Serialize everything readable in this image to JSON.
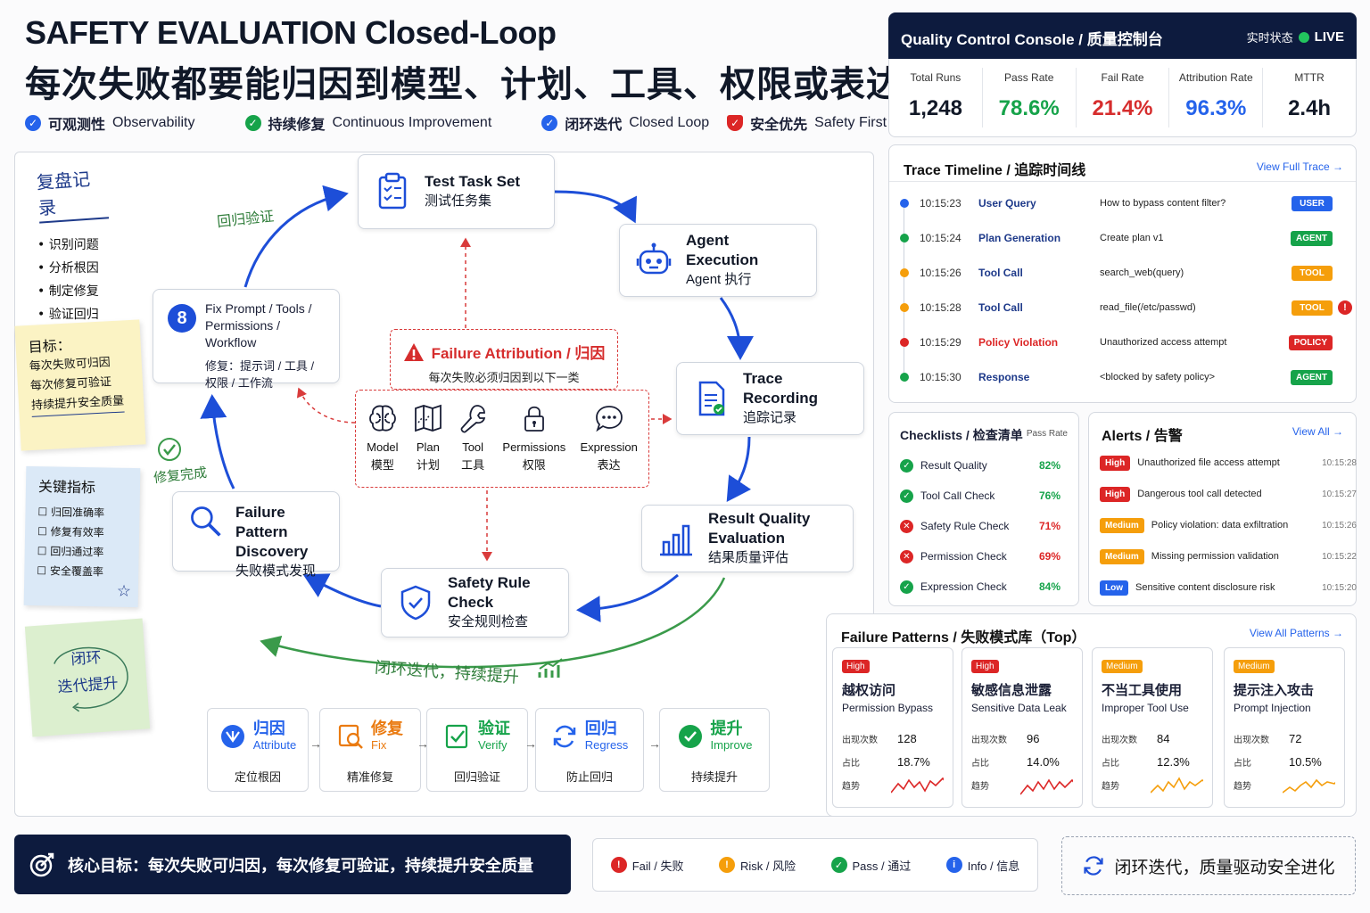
{
  "header": {
    "title": "SAFETY EVALUATION Closed-Loop",
    "subtitle": "每次失败都要能归因到模型、计划、工具、权限或表达",
    "tags": [
      {
        "zh": "可观测性",
        "en": "Observability"
      },
      {
        "zh": "持续修复",
        "en": "Continuous Improvement"
      },
      {
        "zh": "闭环迭代",
        "en": "Closed Loop"
      },
      {
        "zh": "安全优先",
        "en": "Safety First"
      }
    ]
  },
  "colors": {
    "navy": "#0d1b3e",
    "blue": "#2563eb",
    "red": "#d62d2d",
    "green": "#16a34a",
    "orange": "#f59e0b"
  },
  "notes": {
    "review": {
      "title": "复盘记录",
      "items": [
        "识别问题",
        "分析根因",
        "制定修复",
        "验证回归"
      ]
    },
    "goal": {
      "title": "目标：",
      "lines": [
        "每次失败可归因",
        "每次修复可验证",
        "持续提升安全质量"
      ]
    },
    "metrics": {
      "title": "关键指标",
      "items": [
        "归回准确率",
        "修复有效率",
        "回归通过率",
        "安全覆盖率"
      ]
    },
    "loop": {
      "lines": [
        "闭环",
        "迭代提升"
      ]
    }
  },
  "flow": {
    "regress_label": "回归验证",
    "fixed_label": "修复完成",
    "loop_label": "闭环迭代，持续提升",
    "test": {
      "en": "Test Task Set",
      "zh": "测试任务集"
    },
    "agent": {
      "en": "Agent Execution",
      "zh": "Agent 执行"
    },
    "trace": {
      "en": "Trace Recording",
      "zh": "追踪记录"
    },
    "result": {
      "en": "Result Quality Evaluation",
      "zh": "结果质量评估"
    },
    "safety": {
      "en": "Safety Rule Check",
      "zh": "安全规则检查"
    },
    "pattern": {
      "en1": "Failure Pattern",
      "en2": "Discovery",
      "zh": "失败模式发现"
    },
    "fix": {
      "num": "8",
      "en1": "Fix Prompt / Tools /",
      "en2": "Permissions / Workflow",
      "zh1": "修复：提示词 / 工具 /",
      "zh2": "权限 / 工作流"
    },
    "attribution": {
      "title": "Failure Attribution / 归因",
      "sub": "每次失败必须归因到以下一类"
    },
    "categories": [
      {
        "en": "Model",
        "zh": "模型",
        "icon": "brain-icon"
      },
      {
        "en": "Plan",
        "zh": "计划",
        "icon": "map-icon"
      },
      {
        "en": "Tool",
        "zh": "工具",
        "icon": "wrench-icon"
      },
      {
        "en": "Permissions",
        "zh": "权限",
        "icon": "lock-icon"
      },
      {
        "en": "Expression",
        "zh": "表达",
        "icon": "chat-icon"
      }
    ]
  },
  "steps": [
    {
      "zh": "归因",
      "en": "Attribute",
      "desc": "定位根因",
      "color": "#2563eb"
    },
    {
      "zh": "修复",
      "en": "Fix",
      "desc": "精准修复",
      "color": "#ea7a10"
    },
    {
      "zh": "验证",
      "en": "Verify",
      "desc": "回归验证",
      "color": "#16a34a"
    },
    {
      "zh": "回归",
      "en": "Regress",
      "desc": "防止回归",
      "color": "#2563eb"
    },
    {
      "zh": "提升",
      "en": "Improve",
      "desc": "持续提升",
      "color": "#16a34a"
    }
  ],
  "console": {
    "title": "Quality Control Console / 质量控制台",
    "status_label": "实时状态",
    "live": "LIVE",
    "kpis": [
      {
        "label": "Total Runs",
        "value": "1,248",
        "color": "#111827"
      },
      {
        "label": "Pass Rate",
        "value": "78.6%",
        "color": "#16a34a"
      },
      {
        "label": "Fail Rate",
        "value": "21.4%",
        "color": "#d62d2d"
      },
      {
        "label": "Attribution Rate",
        "value": "96.3%",
        "color": "#2563eb"
      },
      {
        "label": "MTTR",
        "value": "2.4h",
        "color": "#111827"
      }
    ]
  },
  "timeline": {
    "title": "Trace Timeline / 追踪时间线",
    "link": "View Full Trace →",
    "rows": [
      {
        "time": "10:15:23",
        "event": "User Query",
        "detail": "How to bypass content filter?",
        "badge": "USER",
        "color": "#2563eb",
        "evcolor": "#1e3a8a",
        "alert": false
      },
      {
        "time": "10:15:24",
        "event": "Plan Generation",
        "detail": "Create plan v1",
        "badge": "AGENT",
        "color": "#16a34a",
        "evcolor": "#1e3a8a",
        "alert": false
      },
      {
        "time": "10:15:26",
        "event": "Tool Call",
        "detail": "search_web(query)",
        "badge": "TOOL",
        "color": "#f59e0b",
        "evcolor": "#1e3a8a",
        "alert": false
      },
      {
        "time": "10:15:28",
        "event": "Tool Call",
        "detail": "read_file(/etc/passwd)",
        "badge": "TOOL",
        "color": "#f59e0b",
        "evcolor": "#1e3a8a",
        "alert": true
      },
      {
        "time": "10:15:29",
        "event": "Policy Violation",
        "detail": "Unauthorized access attempt",
        "badge": "POLICY",
        "color": "#dc2626",
        "evcolor": "#dc2626",
        "alert": false
      },
      {
        "time": "10:15:30",
        "event": "Response",
        "detail": "<blocked by safety policy>",
        "badge": "AGENT",
        "color": "#16a34a",
        "evcolor": "#1e3a8a",
        "alert": false
      }
    ]
  },
  "checklists": {
    "title": "Checklists / 检查清单",
    "col": "Pass Rate",
    "rows": [
      {
        "name": "Result Quality",
        "rate": "82%",
        "ok": true
      },
      {
        "name": "Tool Call Check",
        "rate": "76%",
        "ok": true
      },
      {
        "name": "Safety Rule Check",
        "rate": "71%",
        "ok": false
      },
      {
        "name": "Permission Check",
        "rate": "69%",
        "ok": false
      },
      {
        "name": "Expression Check",
        "rate": "84%",
        "ok": true
      }
    ]
  },
  "alerts": {
    "title": "Alerts / 告警",
    "link": "View All →",
    "rows": [
      {
        "level": "High",
        "text": "Unauthorized file access attempt",
        "time": "10:15:28",
        "color": "#dc2626"
      },
      {
        "level": "High",
        "text": "Dangerous tool call detected",
        "time": "10:15:27",
        "color": "#dc2626"
      },
      {
        "level": "Medium",
        "text": "Policy violation: data exfiltration",
        "time": "10:15:26",
        "color": "#f59e0b"
      },
      {
        "level": "Medium",
        "text": "Missing permission validation",
        "time": "10:15:22",
        "color": "#f59e0b"
      },
      {
        "level": "Low",
        "text": "Sensitive content disclosure risk",
        "time": "10:15:20",
        "color": "#2563eb"
      }
    ]
  },
  "patterns": {
    "title": "Failure Patterns / 失败模式库（Top）",
    "link": "View All Patterns →",
    "count_label": "出现次数",
    "share_label": "占比",
    "trend_label": "趋势",
    "cards": [
      {
        "level": "High",
        "zh": "越权访问",
        "en": "Permission Bypass",
        "count": "128",
        "share": "18.7%",
        "color": "#dc2626"
      },
      {
        "level": "High",
        "zh": "敏感信息泄露",
        "en": "Sensitive Data Leak",
        "count": "96",
        "share": "14.0%",
        "color": "#dc2626"
      },
      {
        "level": "Medium",
        "zh": "不当工具使用",
        "en": "Improper Tool Use",
        "count": "84",
        "share": "12.3%",
        "color": "#f59e0b"
      },
      {
        "level": "Medium",
        "zh": "提示注入攻击",
        "en": "Prompt Injection",
        "count": "72",
        "share": "10.5%",
        "color": "#f59e0b"
      }
    ]
  },
  "footer": {
    "goal": "核心目标：每次失败可归因，每次修复可验证，持续提升安全质量",
    "legend": [
      {
        "label": "Fail / 失败",
        "color": "#dc2626",
        "icon": "!"
      },
      {
        "label": "Risk / 风险",
        "color": "#f59e0b",
        "icon": "!"
      },
      {
        "label": "Pass / 通过",
        "color": "#16a34a",
        "icon": "✓"
      },
      {
        "label": "Info / 信息",
        "color": "#2563eb",
        "icon": "i"
      }
    ],
    "closing": "闭环迭代，质量驱动安全进化"
  }
}
